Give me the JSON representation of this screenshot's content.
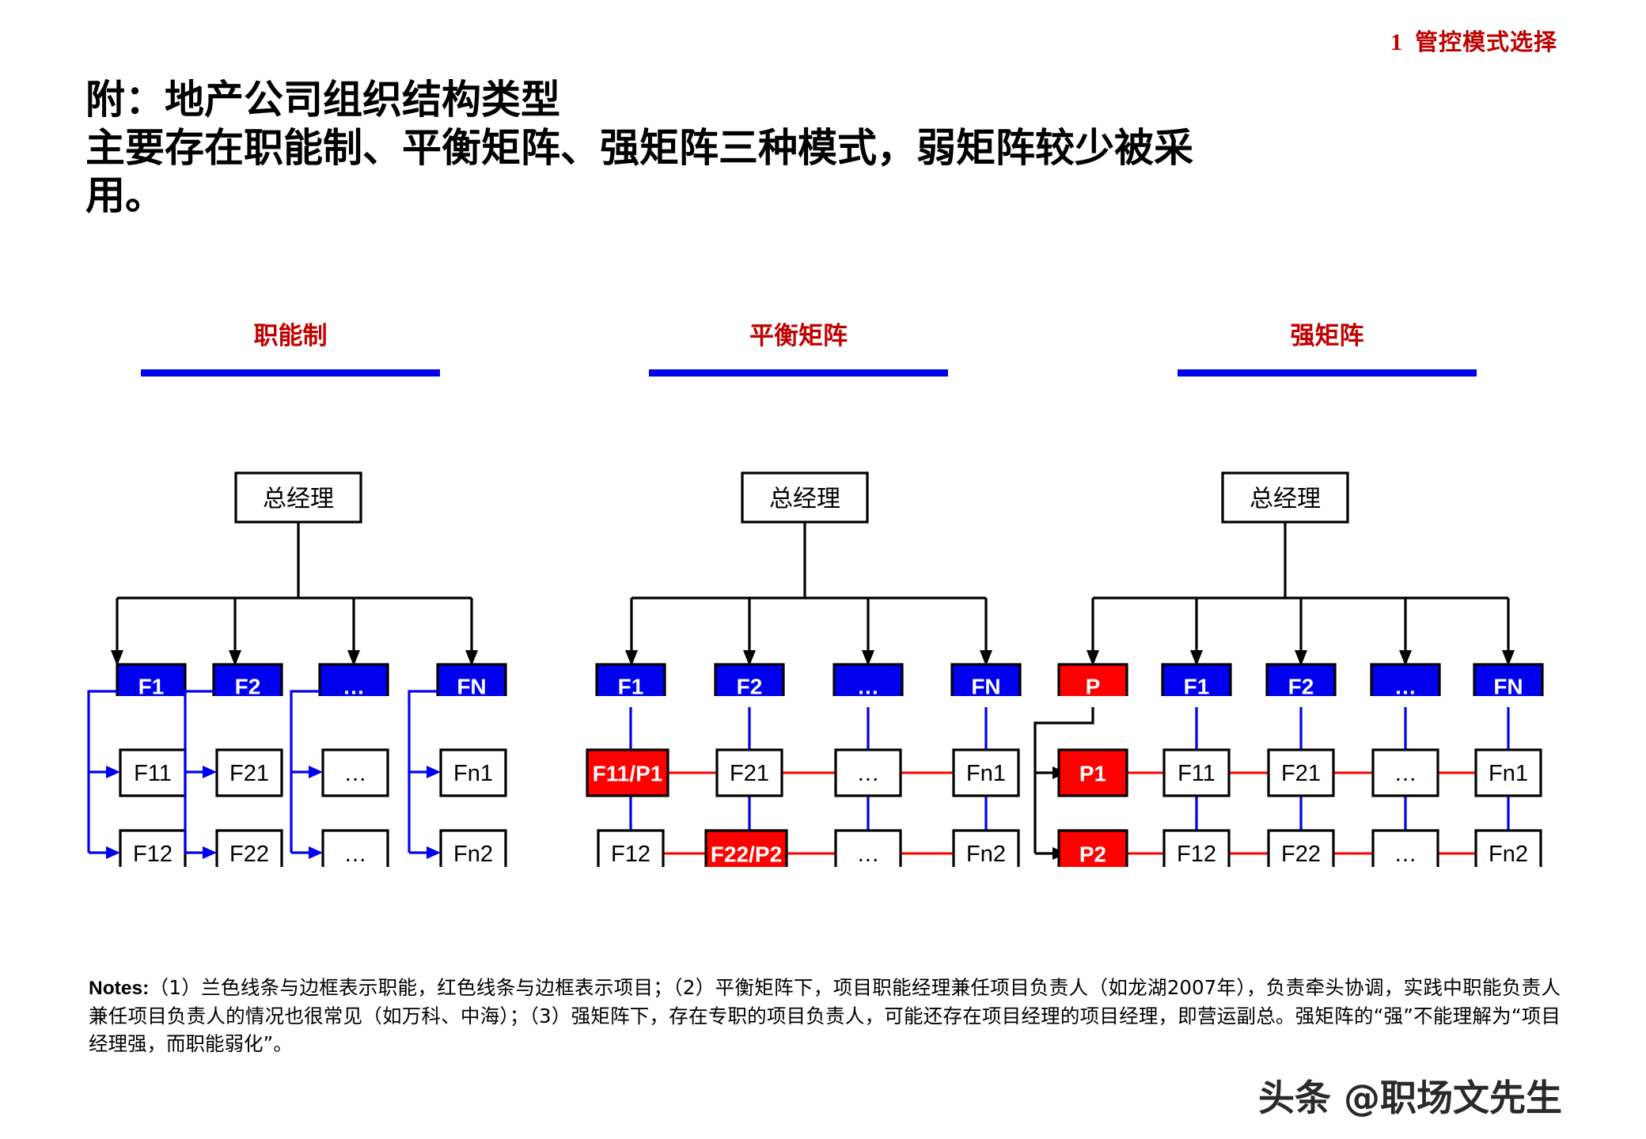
{
  "header": {
    "number": "1",
    "text": "管控模式选择",
    "color": "#c00000"
  },
  "title": {
    "line1": "附：地产公司组织结构类型",
    "line2": "主要存在职能制、平衡矩阵、强矩阵三种模式，弱矩阵较少被采",
    "line3": "用。"
  },
  "columns": [
    {
      "label": "职能制",
      "bar_color": "#0000ee"
    },
    {
      "label": "平衡矩阵",
      "bar_color": "#0000ee"
    },
    {
      "label": "强矩阵",
      "bar_color": "#0000ee"
    }
  ],
  "colors": {
    "functional_blue": "#0000ee",
    "project_red": "#fe0000",
    "heading_red": "#c00000",
    "box_border": "#000000",
    "box_fill": "#ffffff"
  },
  "diagram_functional": {
    "root": "总经理",
    "top_row": [
      "F1",
      "F2",
      "…",
      "FN"
    ],
    "row1": [
      "F11",
      "F21",
      "…",
      "Fn1"
    ],
    "row2": [
      "F12",
      "F22",
      "…",
      "Fn2"
    ],
    "top_row_style": [
      "blue",
      "blue",
      "blue",
      "blue"
    ],
    "row1_style": [
      "white",
      "white",
      "white",
      "white"
    ],
    "row2_style": [
      "white",
      "white",
      "white",
      "white"
    ],
    "connector_colors": {
      "root_to_top": "#000000",
      "top_to_sub": "#0000ee"
    }
  },
  "diagram_balanced": {
    "root": "总经理",
    "top_row": [
      "F1",
      "F2",
      "…",
      "FN"
    ],
    "row1": [
      "F11/P1",
      "F21",
      "…",
      "Fn1"
    ],
    "row2": [
      "F12",
      "F22/P2",
      "…",
      "Fn2"
    ],
    "top_row_style": [
      "blue",
      "blue",
      "blue",
      "blue"
    ],
    "row1_style": [
      "red",
      "white",
      "white",
      "white"
    ],
    "row2_style": [
      "white",
      "red",
      "white",
      "white"
    ],
    "connector_colors": {
      "root_to_top": "#000000",
      "vertical": "#0000ee",
      "horizontal": "#fe0000"
    }
  },
  "diagram_strong": {
    "root": "总经理",
    "top_row": [
      "P",
      "F1",
      "F2",
      "…",
      "FN"
    ],
    "row1": [
      "P1",
      "F11",
      "F21",
      "…",
      "Fn1"
    ],
    "row2": [
      "P2",
      "F12",
      "F22",
      "…",
      "Fn2"
    ],
    "top_row_style": [
      "red",
      "blue",
      "blue",
      "blue",
      "blue"
    ],
    "row1_style": [
      "red",
      "white",
      "white",
      "white",
      "white"
    ],
    "row2_style": [
      "red",
      "white",
      "white",
      "white",
      "white"
    ],
    "connector_colors": {
      "root_to_top": "#000000",
      "p_to_projects": "#000000",
      "vertical": "#0000ee",
      "horizontal": "#fe0000"
    }
  },
  "notes": {
    "label": "Notes:",
    "body": "（1）兰色线条与边框表示职能，红色线条与边框表示项目；（2）平衡矩阵下，项目职能经理兼任项目负责人（如龙湖2007年），负责牵头协调，实践中职能负责人兼任项目负责人的情况也很常见（如万科、中海）；（3）强矩阵下，存在专职的项目负责人，可能还存在项目经理的项目经理，即营运副总。强矩阵的“强”不能理解为“项目经理强，而职能弱化”。"
  },
  "watermark": {
    "text": "头条 @职场文先生"
  }
}
